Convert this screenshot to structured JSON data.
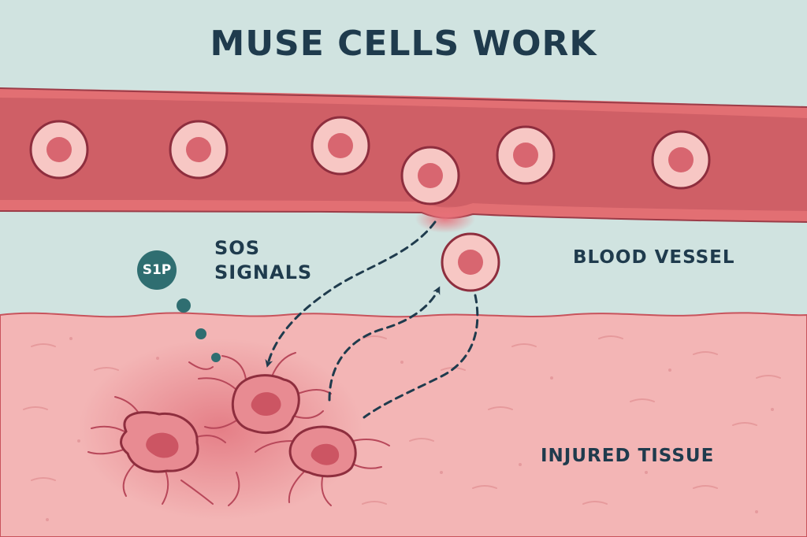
{
  "title": "MUSE CELLS WORK",
  "molecule_badge": "S1P",
  "signal_label": "SOS SIGNALS",
  "vessel_label": "BLOOD VESSEL",
  "tissue_label": "INJURED TISSUE",
  "colors": {
    "background": "#d0e3e0",
    "vessel_wall": "#e26f73",
    "vessel_lumen": "#cf5f66",
    "cell_fill": "#f7c7c4",
    "cell_nucleus": "#d86670",
    "tissue": "#f3b5b5",
    "damaged_cell": "#e88b92",
    "signal": "#2f6e71",
    "arrow": "#1f3b4d",
    "text": "#1f3b4d"
  }
}
